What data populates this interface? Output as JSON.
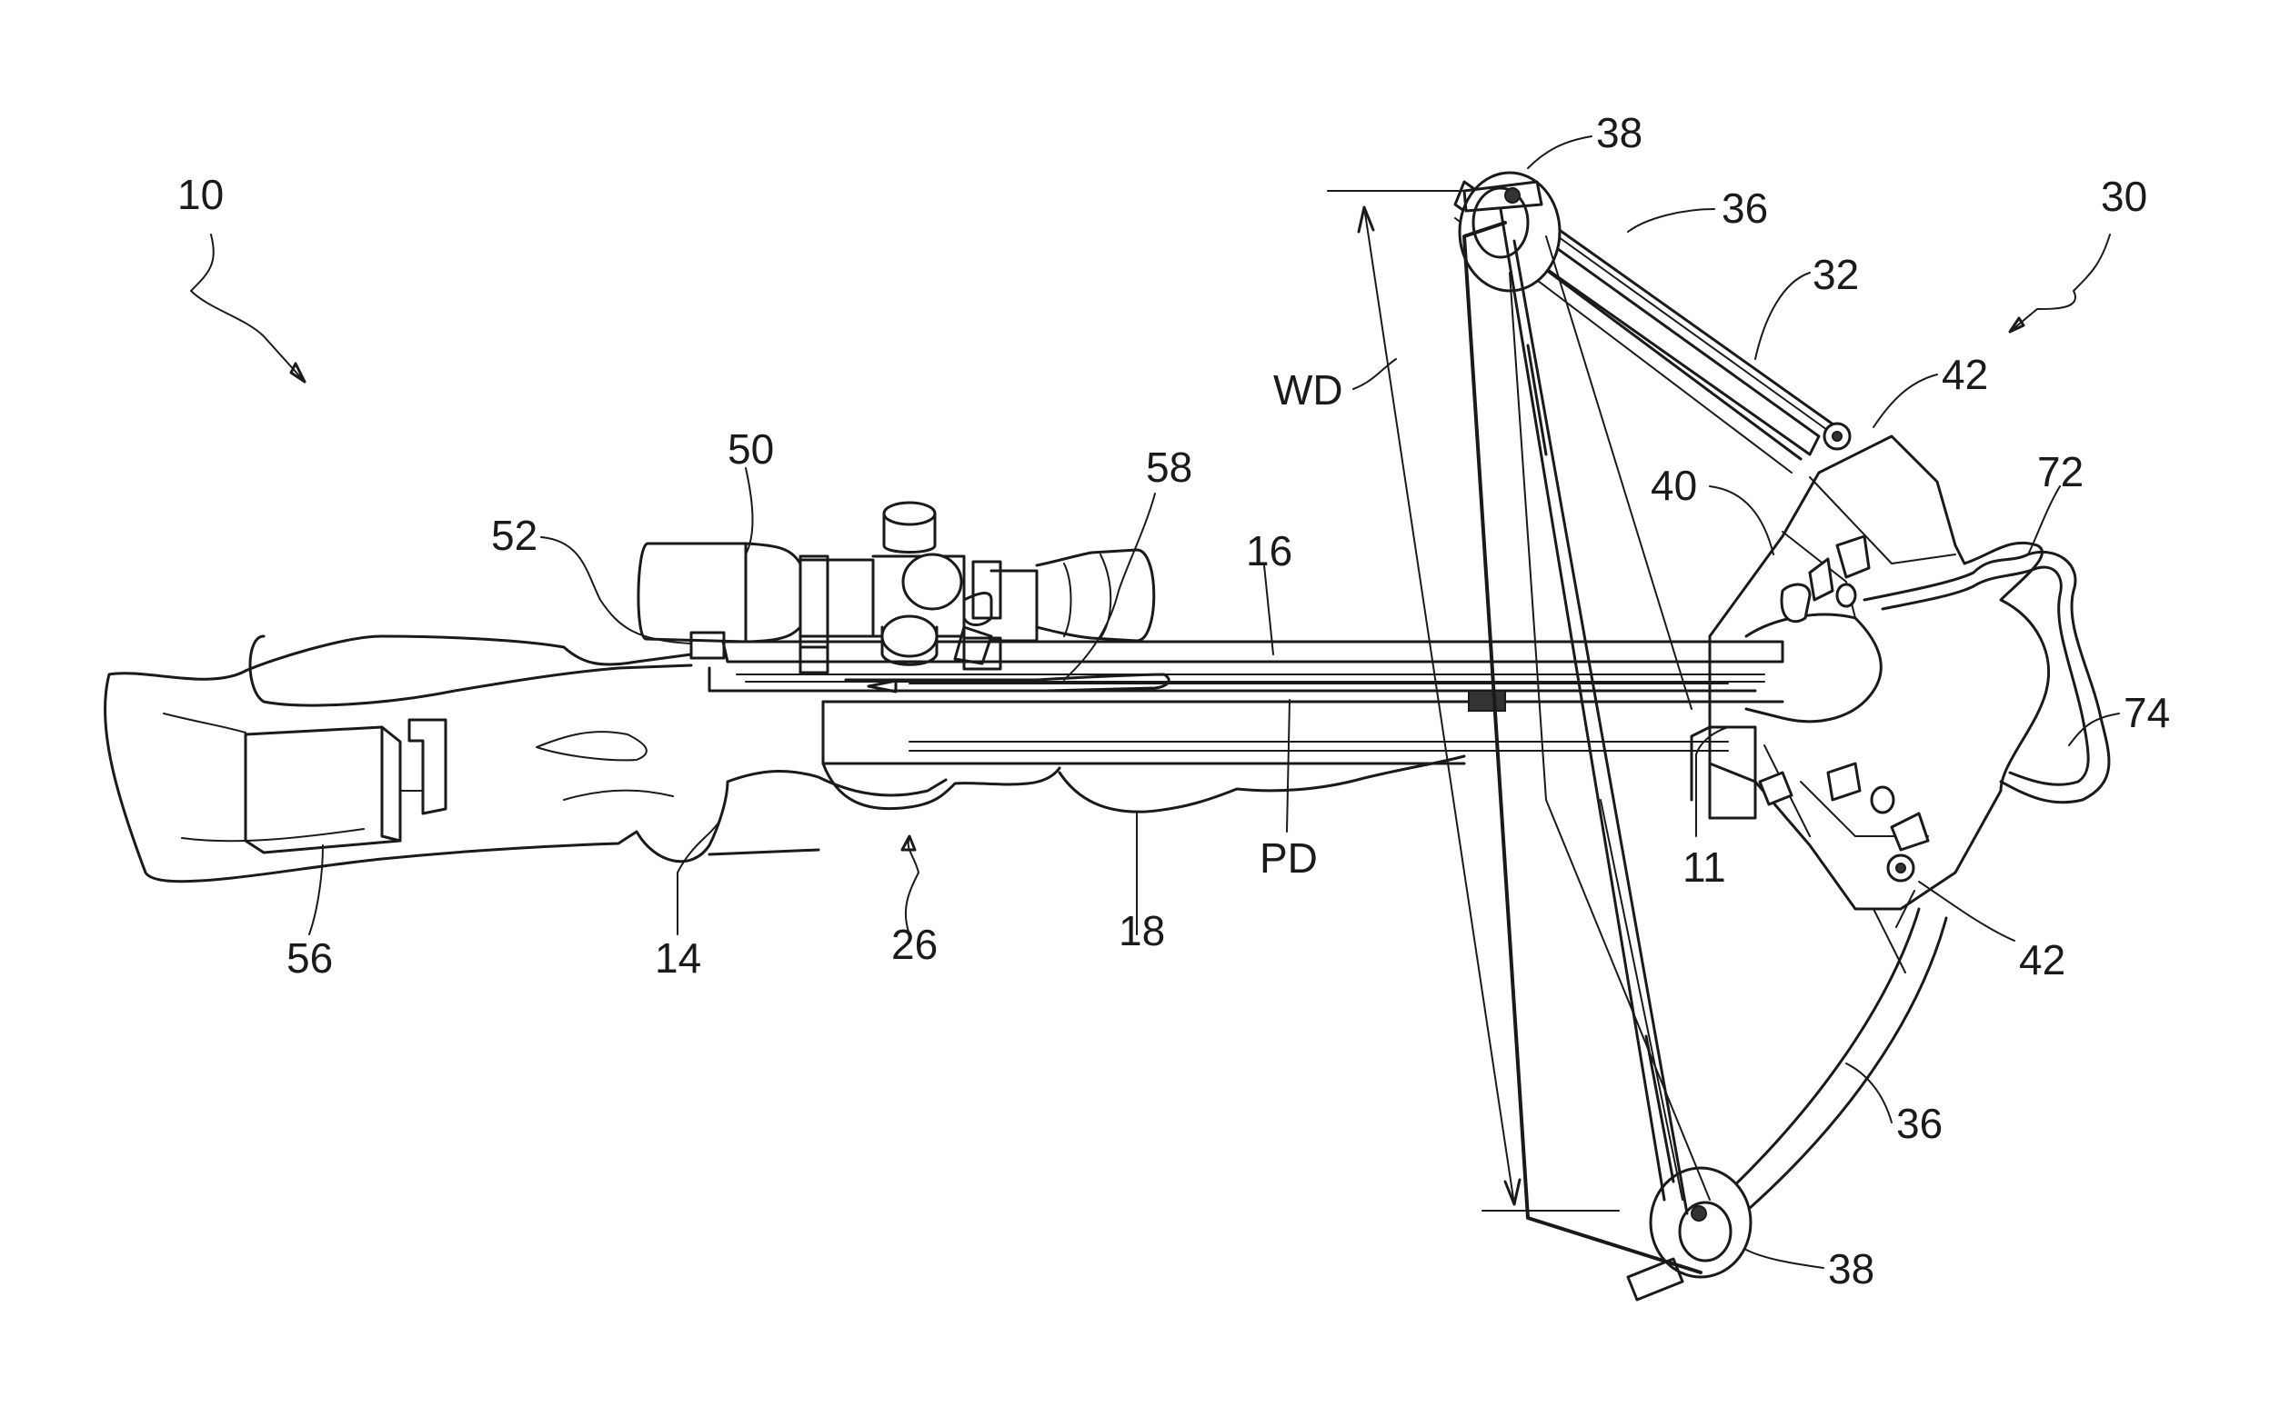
{
  "labels": {
    "crossbow": "10",
    "string_latch": "11",
    "stock": "14",
    "rail": "16",
    "barrel": "18",
    "trigger_assembly": "26",
    "bow_assembly": "30",
    "riser": "32",
    "limb_upper": "36",
    "limb_lower": "36",
    "cam_upper": "38",
    "cam_lower": "38",
    "pocket": "40",
    "pivot_upper": "42",
    "pivot_lower": "42",
    "scope": "50",
    "mount": "52",
    "accessory": "56",
    "bolt": "58",
    "stirrup": "72",
    "stirrup_end": "74",
    "width_dimension": "WD",
    "power_dimension": "PD"
  },
  "colors": {
    "line": "#1a1a1a",
    "paper": "#ffffff"
  }
}
